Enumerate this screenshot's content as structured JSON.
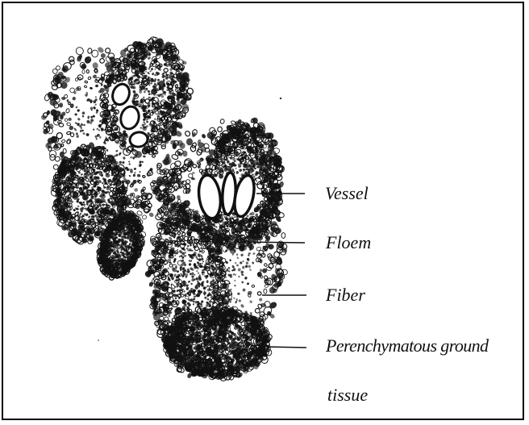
{
  "figure": {
    "labels": {
      "vessel": "Vessel",
      "floem": "Floem",
      "fiber": "Fiber",
      "ground_line1": "Perenchymatous ground",
      "ground_line2": "tissue"
    },
    "colors": {
      "ink": "#111111",
      "background": "#ffffff",
      "border": "#000000"
    }
  }
}
